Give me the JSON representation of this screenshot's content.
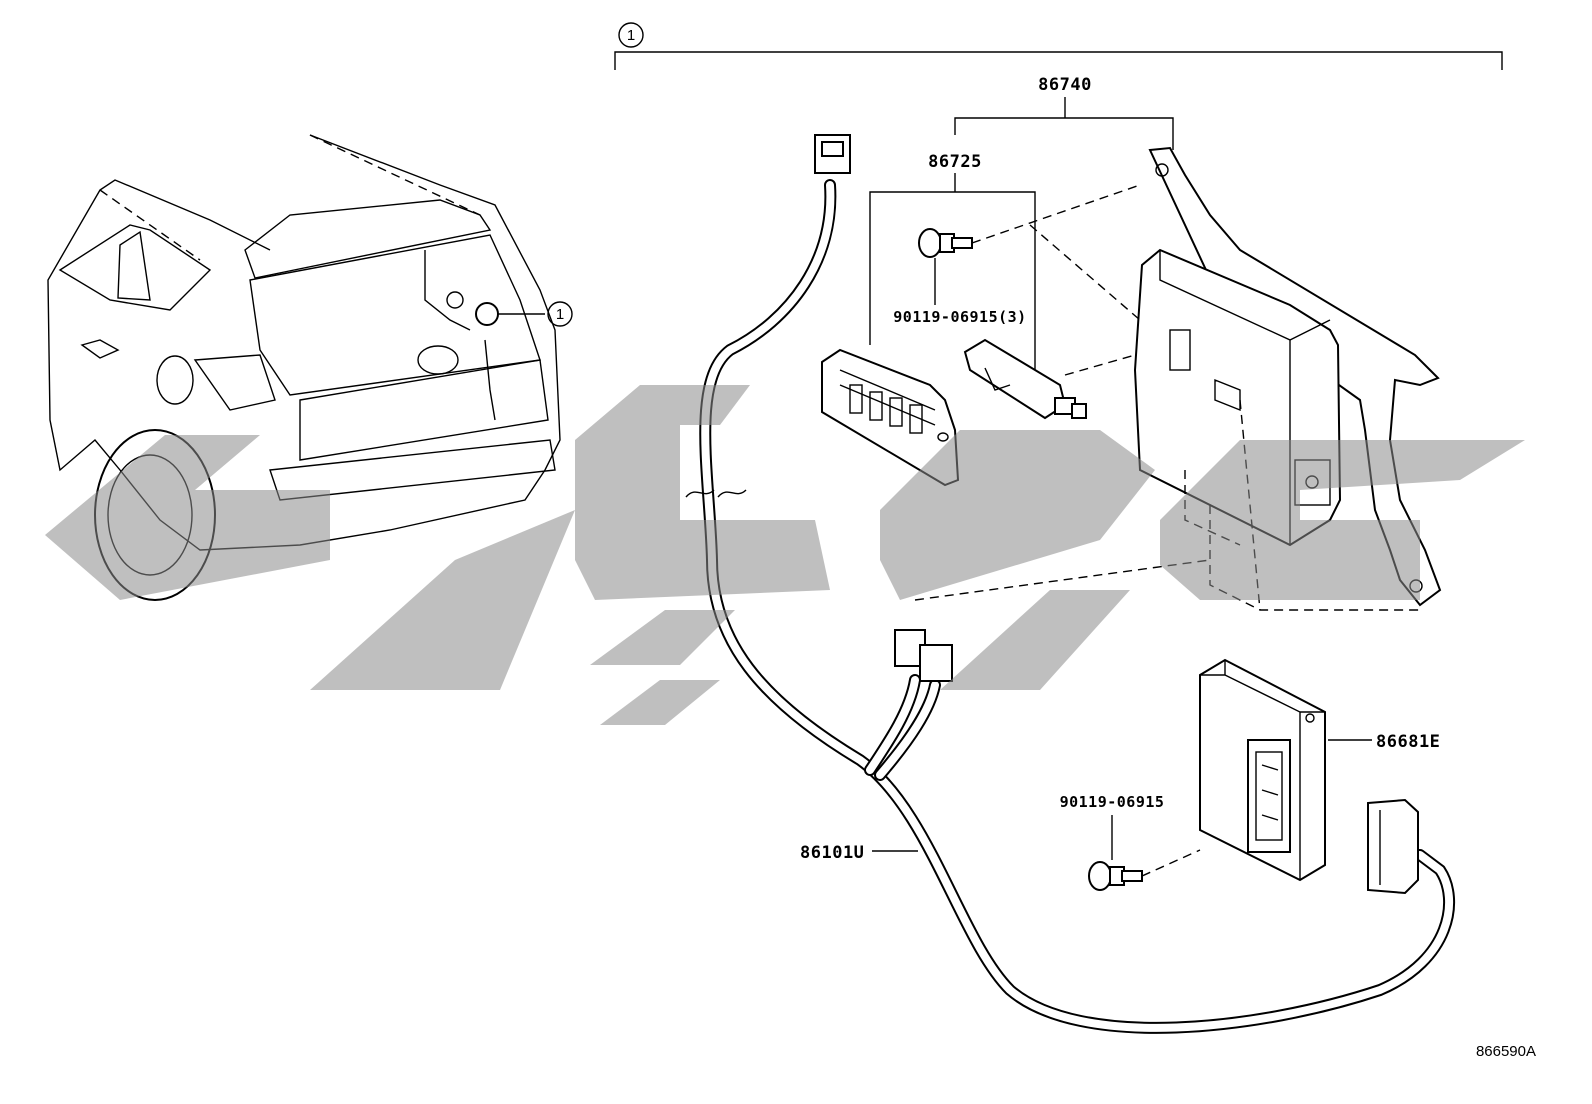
{
  "diagram": {
    "callout_marker": "1",
    "parts": {
      "assembly": "86740",
      "bracket_sensor": "86725",
      "bolt_set": "90119-06915(3)",
      "module": "86681E",
      "bolt": "90119-06915",
      "harness": "86101U"
    },
    "footer_code": "866590A"
  }
}
